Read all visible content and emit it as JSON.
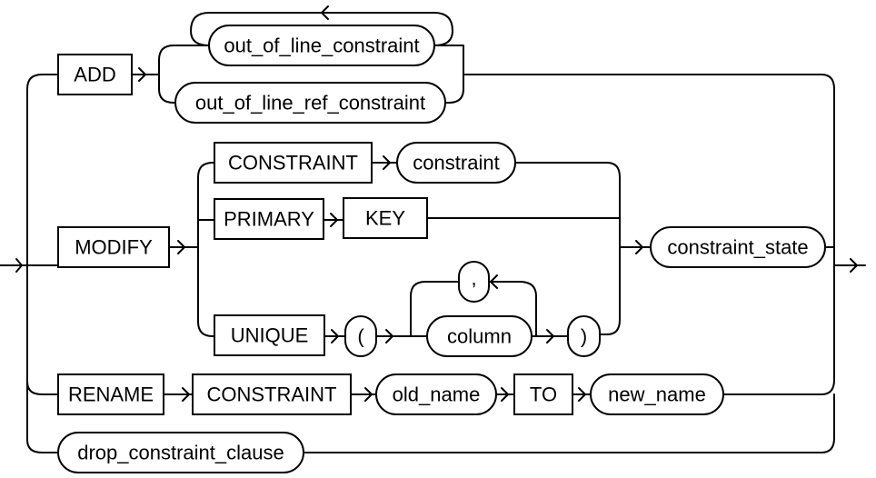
{
  "keywords": {
    "add": "ADD",
    "modify": "MODIFY",
    "rename": "RENAME",
    "constraint_mod": "CONSTRAINT",
    "primary": "PRIMARY",
    "key": "KEY",
    "unique": "UNIQUE",
    "constraint_ren": "CONSTRAINT",
    "to": "TO"
  },
  "nonterminals": {
    "out_of_line_constraint": "out_of_line_constraint",
    "out_of_line_ref_constraint": "out_of_line_ref_constraint",
    "constraint": "constraint",
    "constraint_state": "constraint_state",
    "lparen": "(",
    "column": "column",
    "comma": ",",
    "rparen": ")",
    "old_name": "old_name",
    "new_name": "new_name",
    "drop_constraint_clause": "drop_constraint_clause"
  }
}
